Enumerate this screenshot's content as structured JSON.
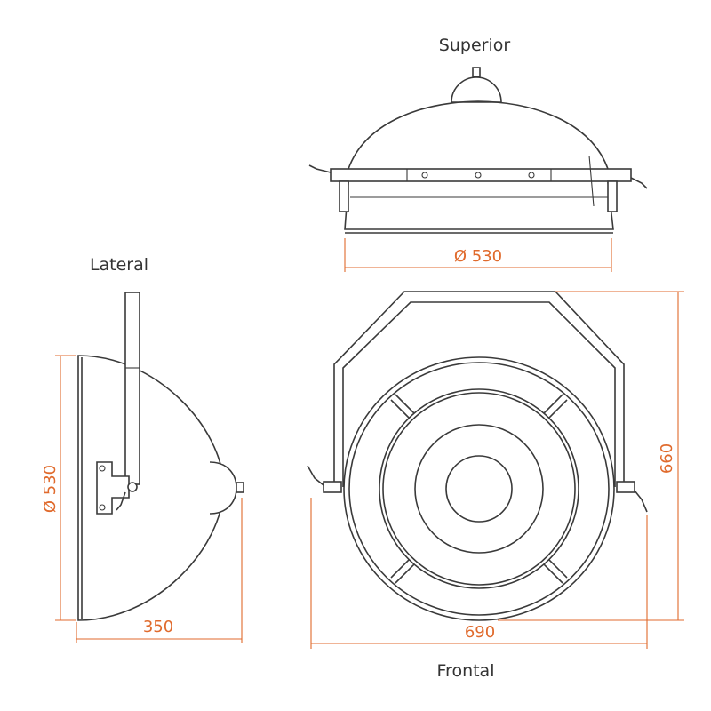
{
  "views": {
    "top": "Superior",
    "side": "Lateral",
    "front": "Frontal"
  },
  "dimensions": {
    "top_diameter": "Ø 530",
    "side_diameter": "Ø 530",
    "side_depth": "350",
    "front_height": "660",
    "front_width": "690"
  },
  "colors": {
    "dimension": "#e06a2c",
    "line": "#3a3a3a",
    "label": "#333333"
  }
}
